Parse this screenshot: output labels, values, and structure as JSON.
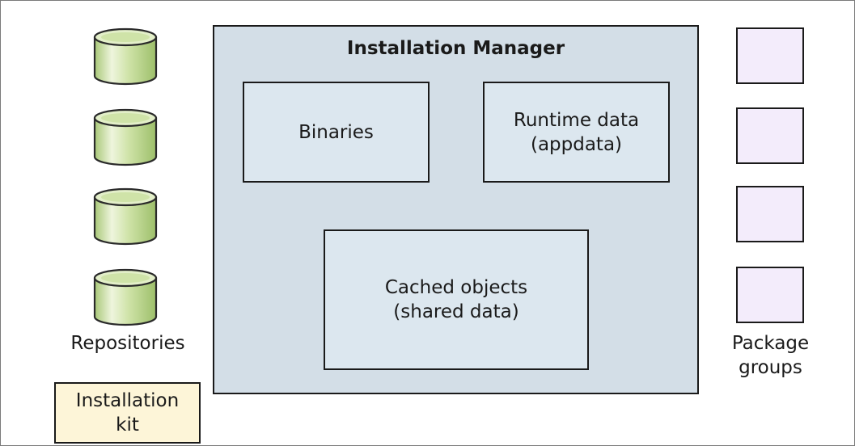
{
  "diagram": {
    "repositories": {
      "icon": "database-cylinder-icon",
      "count": 4,
      "label": "Repositories",
      "colors": {
        "fill": "#c9dea0",
        "highlight": "#eef5dd",
        "stroke": "#2a2a2a"
      }
    },
    "installation_kit": {
      "label": "Installation\nkit",
      "color": "#fdf5d8"
    },
    "installation_manager": {
      "title": "Installation Manager",
      "color": "#d3dee7",
      "components": {
        "binaries": "Binaries",
        "runtime_data": "Runtime data\n(appdata)",
        "cached_objects": "Cached objects\n(shared data)"
      }
    },
    "package_groups": {
      "count": 4,
      "label": "Package\ngroups",
      "color": "#f3ecfb"
    }
  }
}
